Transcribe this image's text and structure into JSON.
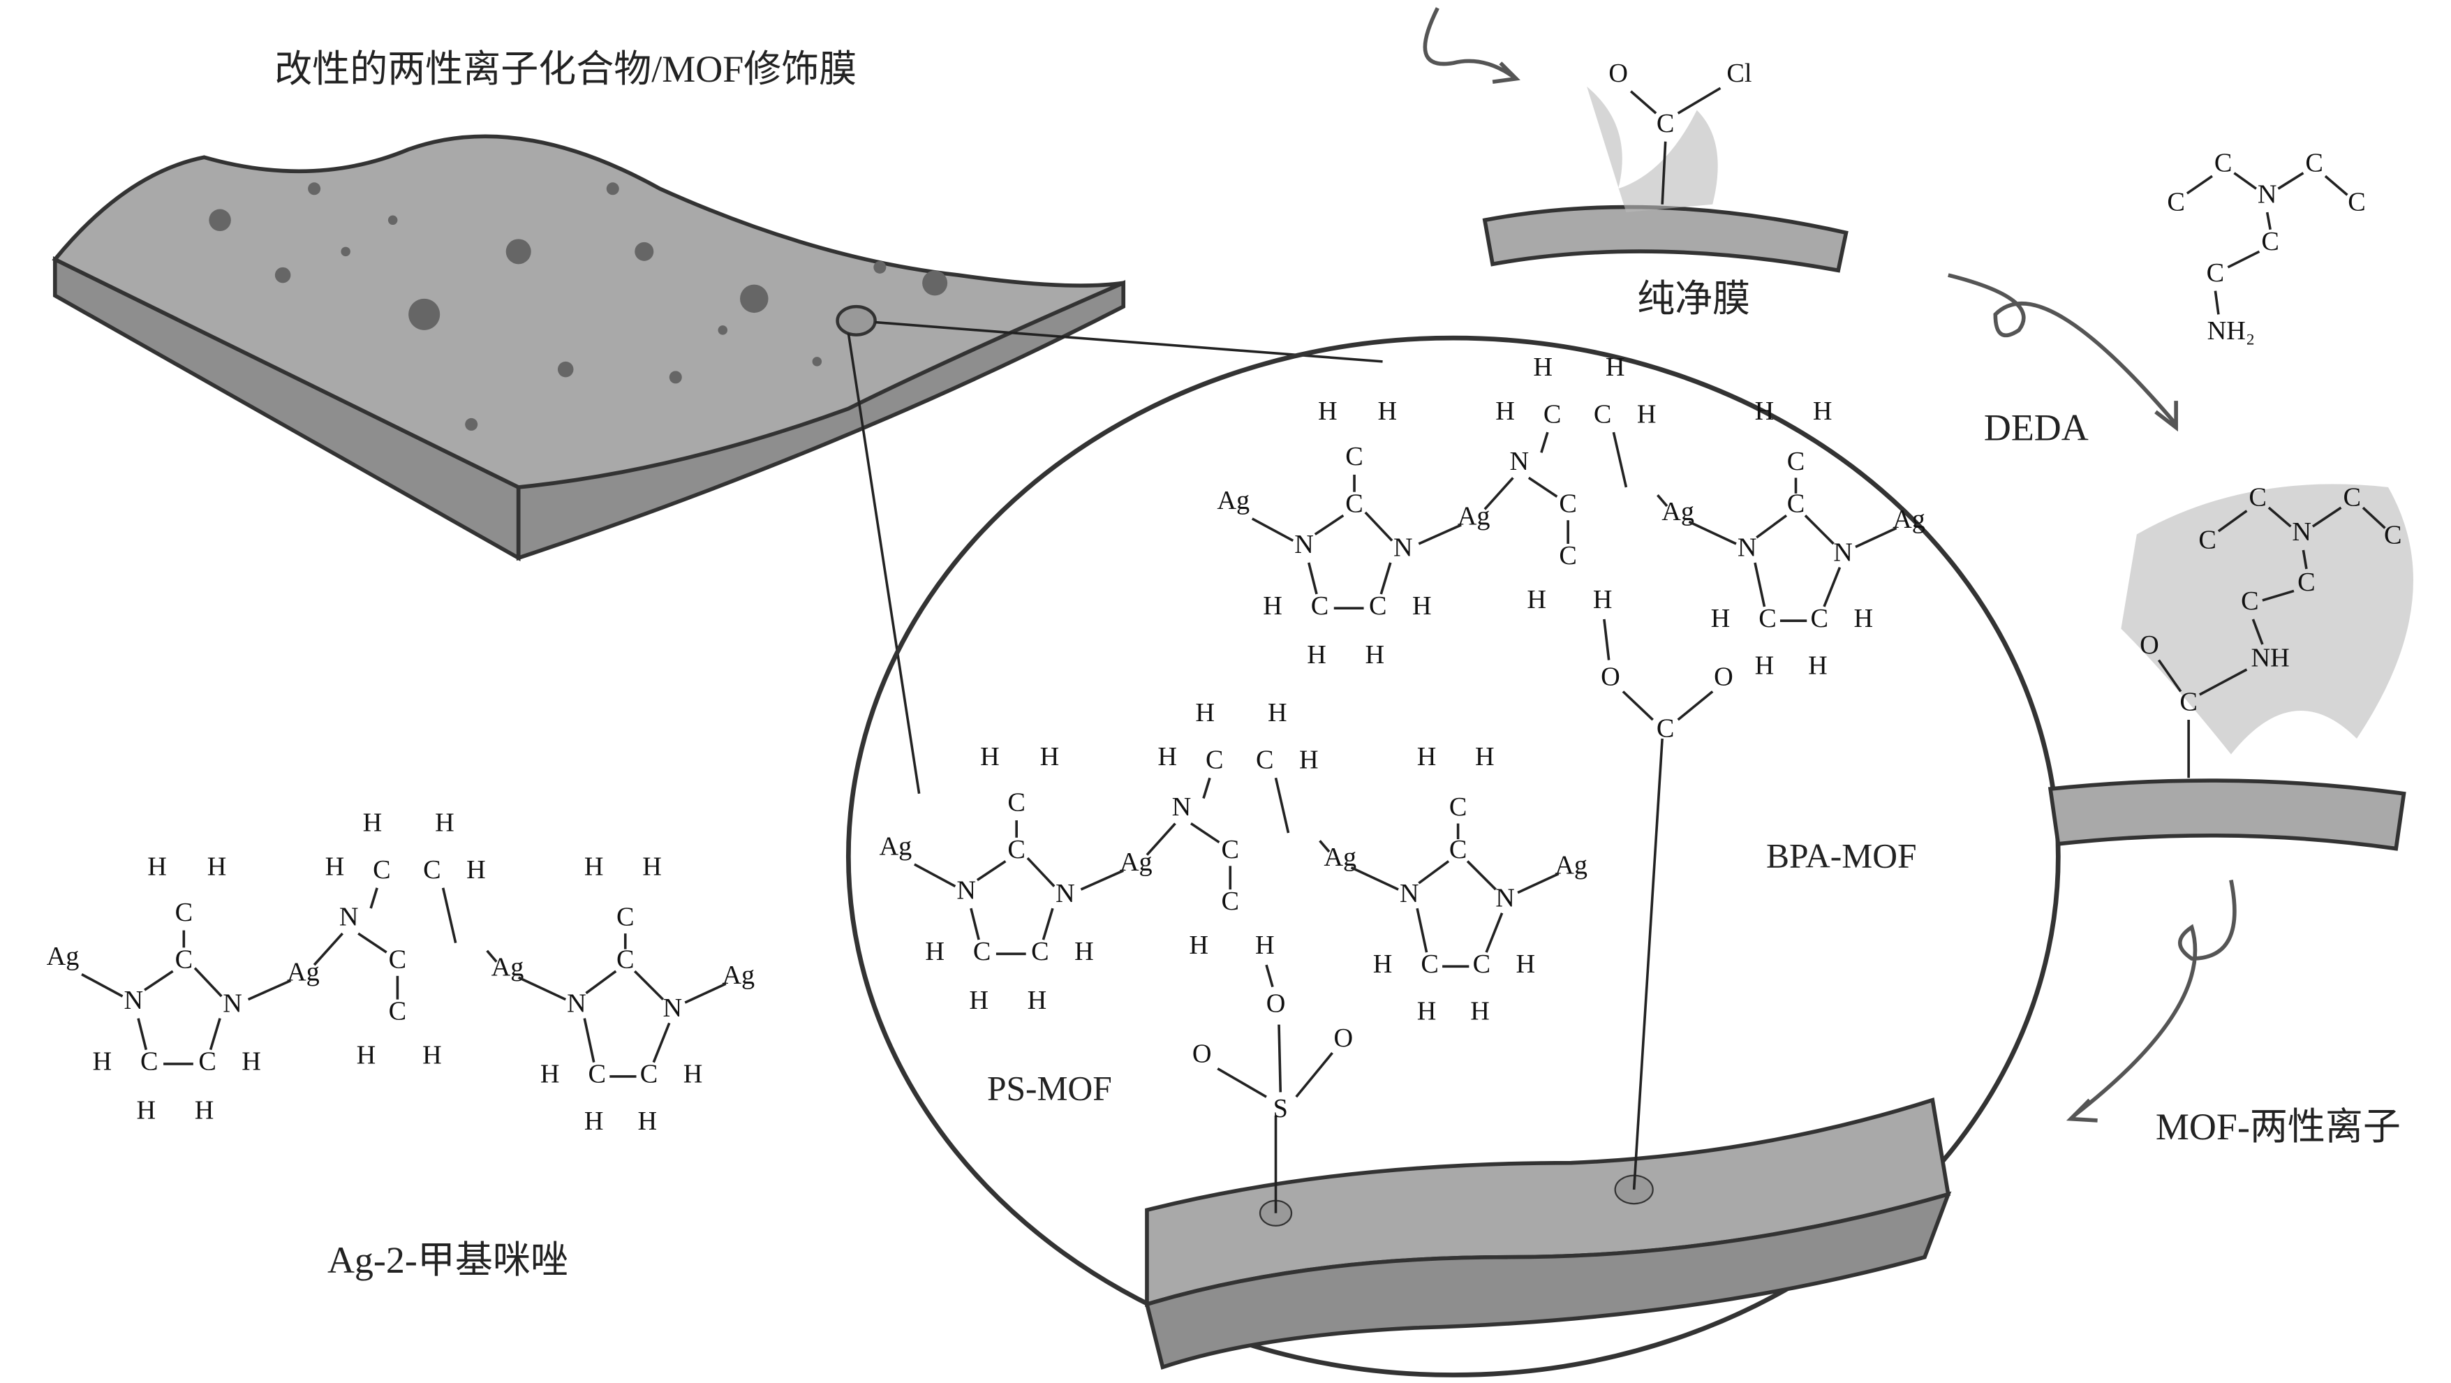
{
  "labels": {
    "modified_membrane": "改性的两性离子化合物/MOF修饰膜",
    "pristine_membrane": "纯净膜",
    "deda": "DEDA",
    "mof_zwitterion": "MOF-两性离子",
    "ag_methylimidazole": "Ag-2-甲基咪唑",
    "ps_mof": "PS-MOF",
    "bpa_mof": "BPA-MOF"
  },
  "symbols": {
    "ag": "Ag",
    "n": "N",
    "c": "C",
    "h": "H",
    "o": "O",
    "s": "S",
    "cl": "Cl",
    "nh": "NH",
    "nh2": "NH₂"
  },
  "colors": {
    "membrane": "#a9a9a9",
    "outline": "#333333"
  }
}
